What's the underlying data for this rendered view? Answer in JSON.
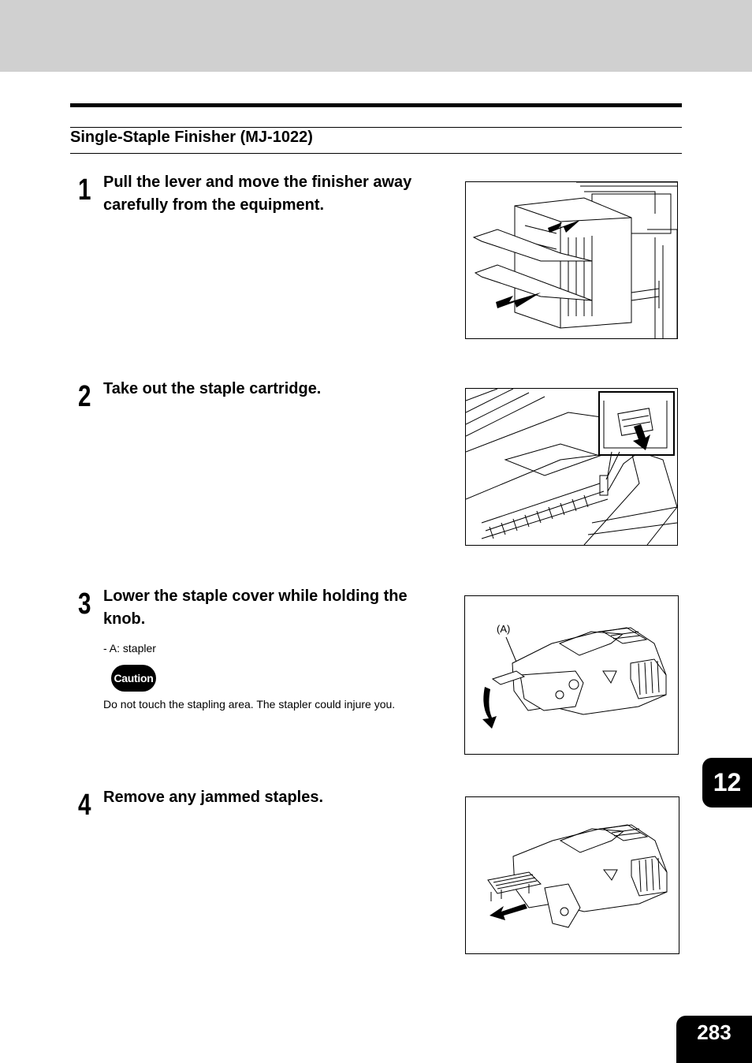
{
  "section": {
    "title": "Single-Staple Finisher (MJ-1022)"
  },
  "steps": [
    {
      "number": "1",
      "text": "Pull the lever and move the finisher away carefully from the equipment."
    },
    {
      "number": "2",
      "text": "Take out the staple cartridge."
    },
    {
      "number": "3",
      "text": "Lower the staple cover while holding the knob.",
      "note": "-   A: stapler",
      "caution_label": "Caution",
      "caution_text": "Do not touch the stapling area. The stapler could injure you.",
      "figure_label": "(A)"
    },
    {
      "number": "4",
      "text": "Remove any jammed staples."
    }
  ],
  "chapter_tab": "12",
  "page_number": "283"
}
